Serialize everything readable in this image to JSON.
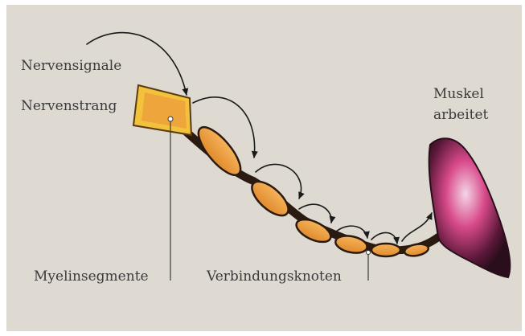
{
  "labels": {
    "signals": "Nervensignale",
    "strand": "Nervenstrang",
    "muscle_line1": "Muskel",
    "muscle_line2": "arbeitet",
    "myelin": "Myelinsegmente",
    "nodes": "Verbindungsknoten"
  },
  "colors": {
    "background": "#dedad2",
    "segment_fill": "#f0a040",
    "segment_edge": "#2a1a10",
    "nerve_head": "#f3c23c",
    "muscle": "#d84a8a",
    "arrow": "#1a1a1a",
    "text": "#3a3a3a"
  }
}
